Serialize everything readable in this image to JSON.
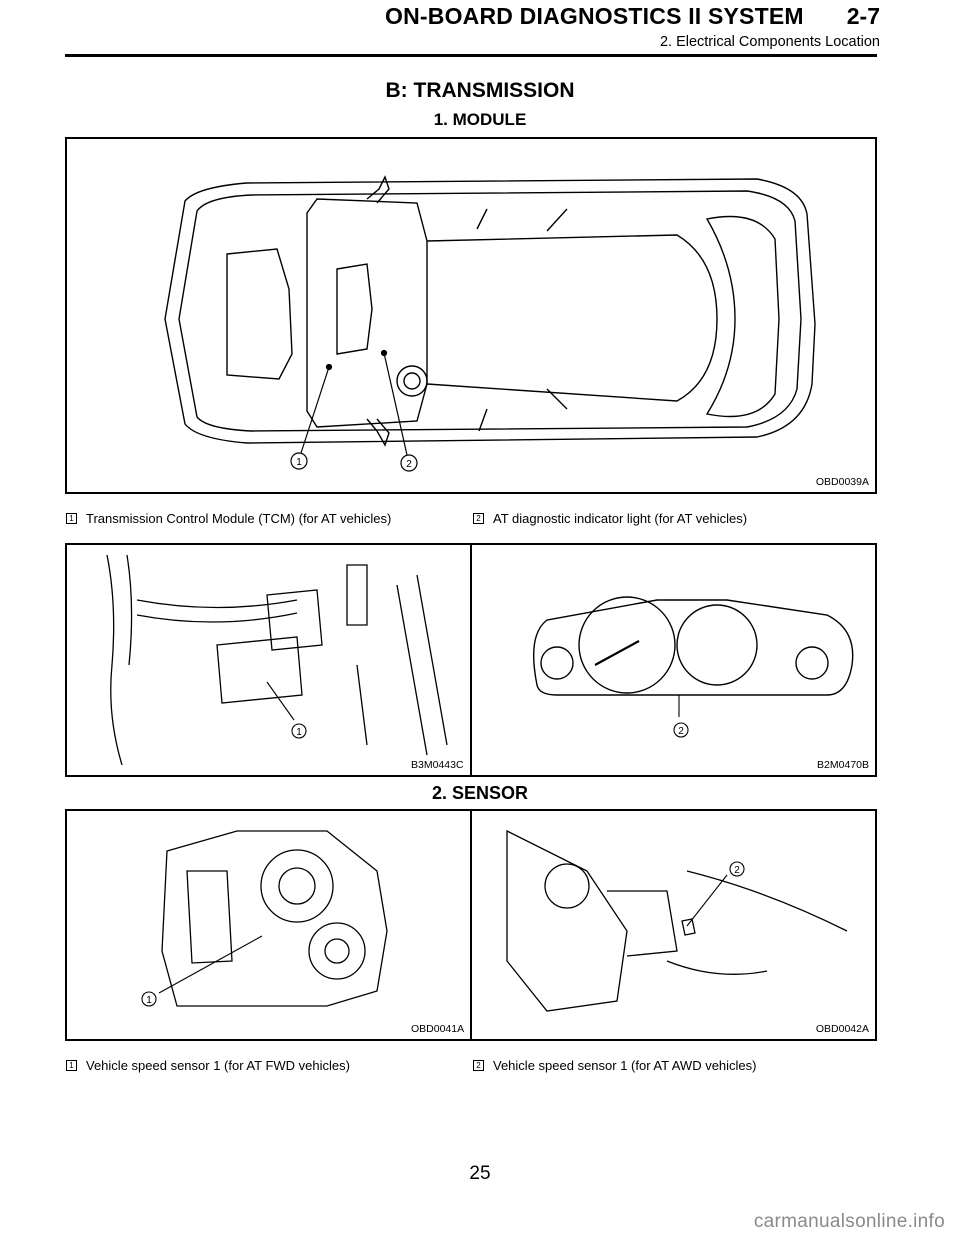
{
  "header": {
    "title": "ON-BOARD DIAGNOSTICS II SYSTEM",
    "section_number": "2-7",
    "subtitle": "2. Electrical Components Location"
  },
  "section_title": "B: TRANSMISSION",
  "module": {
    "heading": "1. MODULE",
    "overview_figure_id": "OBD0039A",
    "callouts": [
      {
        "num": "1",
        "text": "Transmission Control Module (TCM) (for AT vehicles)"
      },
      {
        "num": "2",
        "text": "AT diagnostic indicator light (for AT vehicles)"
      }
    ],
    "detail_figures": [
      {
        "id": "B3M0443C",
        "callout": "1"
      },
      {
        "id": "B2M0470B",
        "callout": "2"
      }
    ]
  },
  "sensor": {
    "heading": "2. SENSOR",
    "figures": [
      {
        "id": "OBD0041A",
        "callout": "1"
      },
      {
        "id": "OBD0042A",
        "callout": "2"
      }
    ],
    "callouts": [
      {
        "num": "1",
        "text": "Vehicle speed sensor 1 (for AT FWD vehicles)"
      },
      {
        "num": "2",
        "text": "Vehicle speed sensor 1 (for AT AWD vehicles)"
      }
    ]
  },
  "page_number": "25",
  "watermark": "carmanualsonline.info"
}
